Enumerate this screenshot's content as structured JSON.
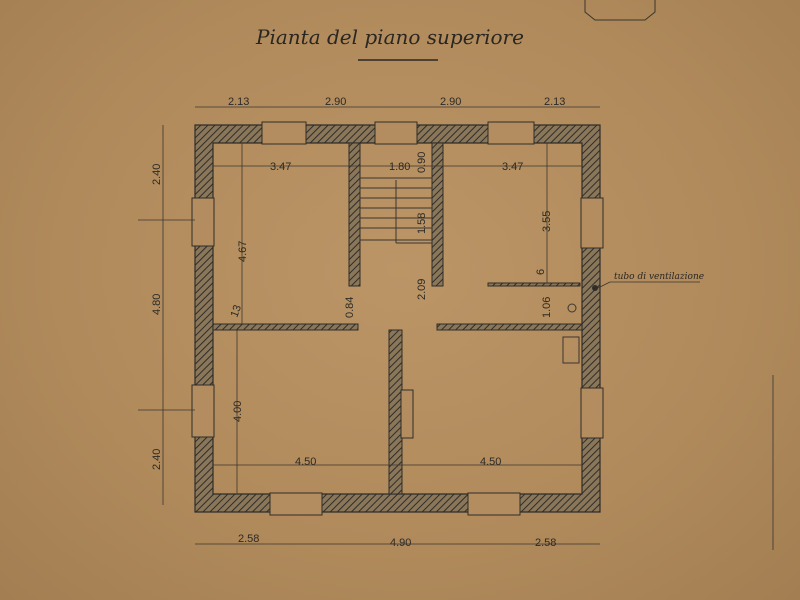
{
  "title": "Pianta del piano superiore",
  "annotation": "tubo di ventilazione",
  "dimensions": {
    "top": [
      "2.13",
      "2.90",
      "2.90",
      "2.13"
    ],
    "left": [
      "2.40",
      "4.80",
      "2.40"
    ],
    "bottom": [
      "2.58",
      "4.90",
      "2.58"
    ],
    "room_top_left_width": "3.47",
    "room_top_left_height": "4.67",
    "stair_width": "1.80",
    "stair_depth_a": "0.90",
    "stair_depth_b": "1.58",
    "corridor": "2.09",
    "room_top_right_width": "3.47",
    "room_top_right_height": "3.55",
    "partition_small": "6",
    "bath_depth": "1.06",
    "door_left": "0.84",
    "wall_note": "13",
    "room_bottom_left_width": "4.50",
    "room_bottom_left_height": "4.00",
    "room_bottom_right_width": "4.50"
  },
  "colors": {
    "paper": "#b38d5f",
    "ink": "#2f2d2a"
  }
}
